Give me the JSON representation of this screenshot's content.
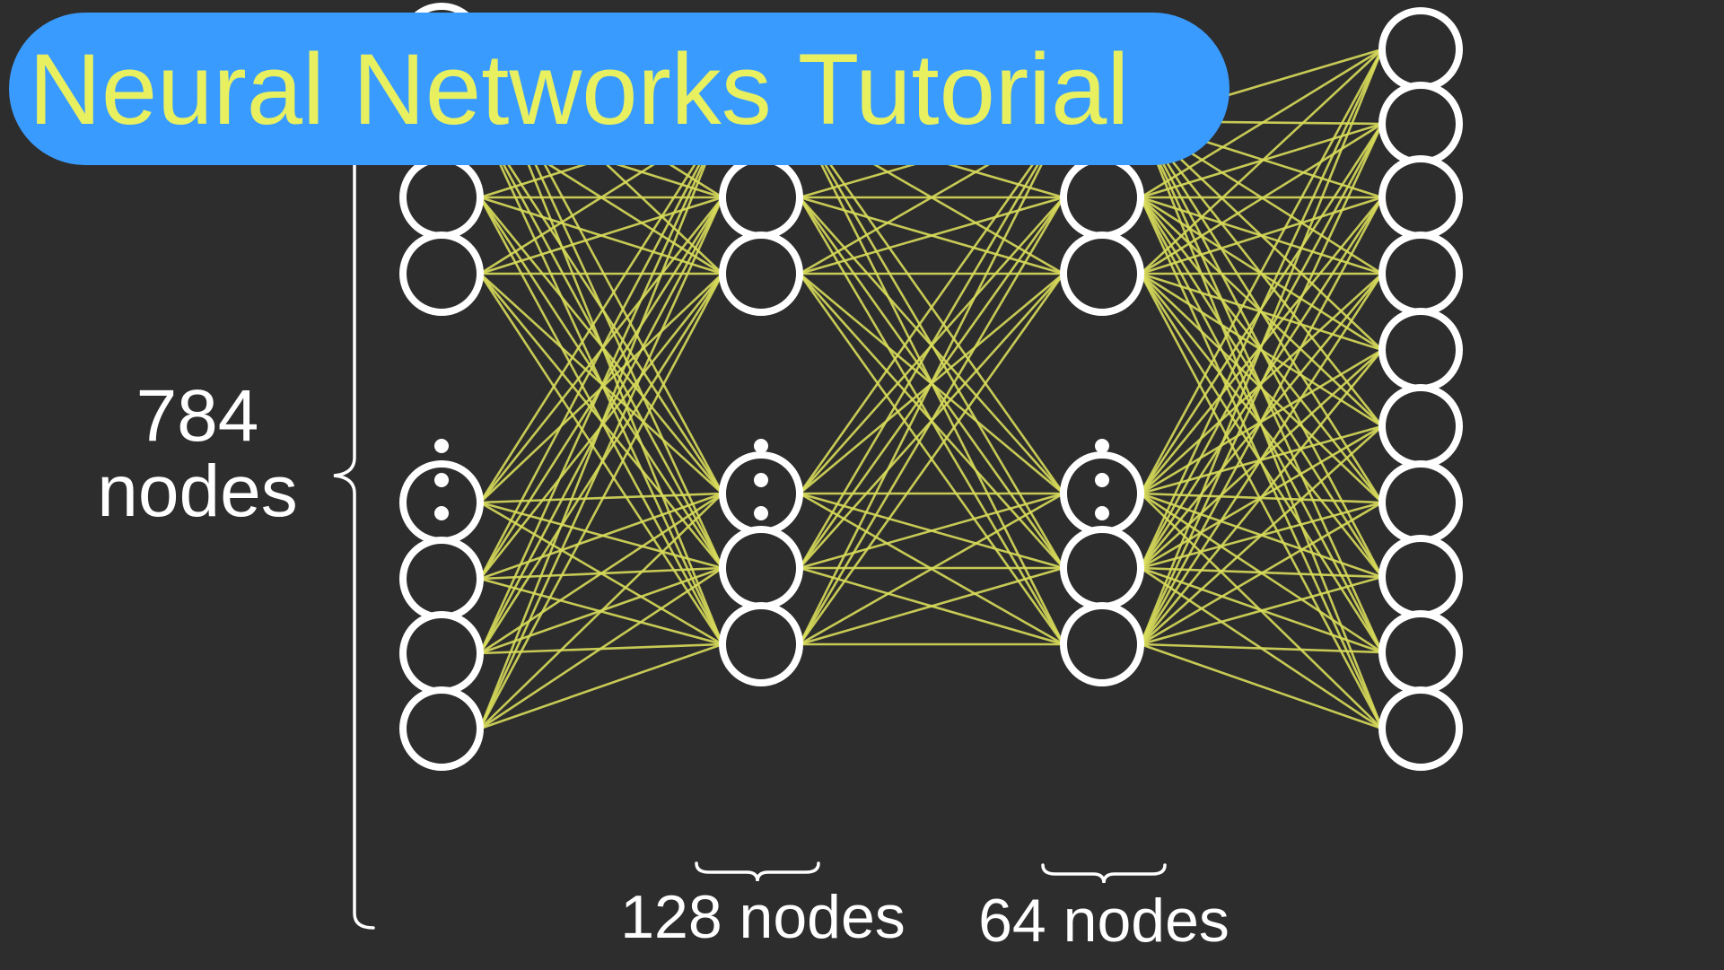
{
  "title": "Neural Networks Tutorial",
  "labels": {
    "input_layer": "784\nnodes",
    "hidden_layer_1": "128 nodes",
    "hidden_layer_2": "64 nodes"
  },
  "network": {
    "layers": [
      {
        "name": "input",
        "nodes_shown": 8,
        "nodes_total": 784,
        "ellipsis": true
      },
      {
        "name": "hidden-1",
        "nodes_shown": 6,
        "nodes_total": 128,
        "ellipsis": true
      },
      {
        "name": "hidden-2",
        "nodes_shown": 6,
        "nodes_total": 64,
        "ellipsis": true
      },
      {
        "name": "output",
        "nodes_shown": 10,
        "nodes_total": 10,
        "ellipsis": false
      }
    ]
  },
  "colors": {
    "background": "#2d2d2d",
    "node_stroke": "#ffffff",
    "connection": "#d8dc5a",
    "banner": "#3a9bff",
    "title_text": "#e8f060"
  }
}
